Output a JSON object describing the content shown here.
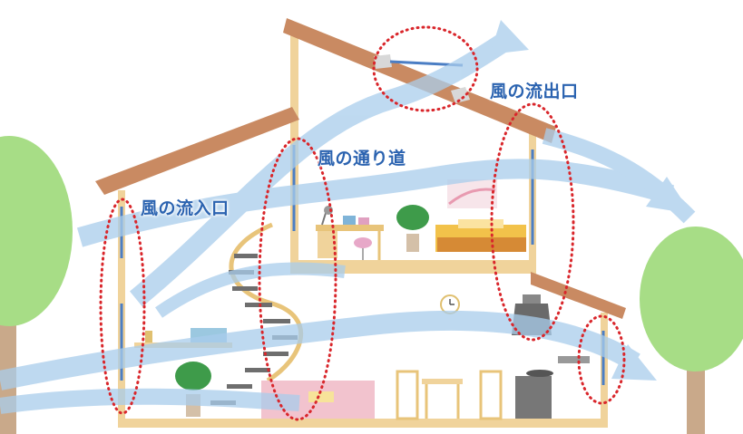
{
  "labels": {
    "outlet": "風の流出口",
    "path": "風の通り道",
    "inlet": "風の流入口"
  },
  "colors": {
    "wind": "#a9cdec",
    "label": "#2b63b0",
    "marker": "#d9262b",
    "roof": "#c98a62",
    "wall": "#f0d39b",
    "tree": "#a7dd86",
    "trunk": "#c9a98a"
  },
  "icons": [
    "clock-icon",
    "potted-plant-icon",
    "desk-lamp-icon",
    "bed-icon",
    "sofa-icon",
    "kitchen-hood-icon",
    "spiral-staircase-icon"
  ]
}
